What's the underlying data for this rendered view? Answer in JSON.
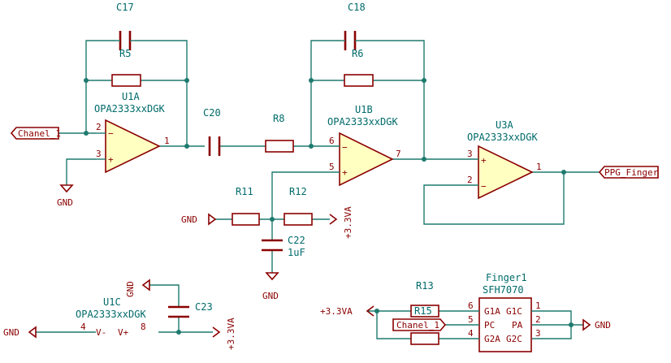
{
  "refs": {
    "C17": "C17",
    "R5": "R5",
    "C18": "C18",
    "R6": "R6",
    "U1A": "U1A",
    "U1A_val": "OPA2333xxDGK",
    "C20": "C20",
    "R8": "R8",
    "U1B": "U1B",
    "U1B_val": "OPA2333xxDGK",
    "U3A": "U3A",
    "U3A_val": "OPA2333xxDGK",
    "R11": "R11",
    "R12": "R12",
    "C22": "C22",
    "C22_val": "1uF",
    "U1C": "U1C",
    "U1C_val": "OPA2333xxDGK",
    "C23": "C23",
    "R13": "R13",
    "R15": "R15",
    "Finger1": "Finger1",
    "Finger1_val": "SFH7070"
  },
  "nets": {
    "chanel1_left": "Chanel_1",
    "ppg": "PPG_Finger",
    "gnd": "GND",
    "v33": "+3.3VA",
    "chanel1_bottom": "Chanel_1"
  },
  "pins": {
    "u1a": [
      "2",
      "3",
      "1"
    ],
    "u1b": [
      "6",
      "5",
      "7"
    ],
    "u3a": [
      "3",
      "2",
      "1"
    ],
    "u1c": [
      "4",
      "8"
    ],
    "u1c_names": [
      "V-",
      "V+"
    ],
    "finger_left": [
      "6",
      "5",
      "4"
    ],
    "finger_left_names": [
      "G1A",
      "PC",
      "G2A"
    ],
    "finger_right": [
      "1",
      "2",
      "3"
    ],
    "finger_right_names": [
      "G1C",
      "PA",
      "G2C"
    ],
    "minus": "−",
    "plus": "+"
  }
}
